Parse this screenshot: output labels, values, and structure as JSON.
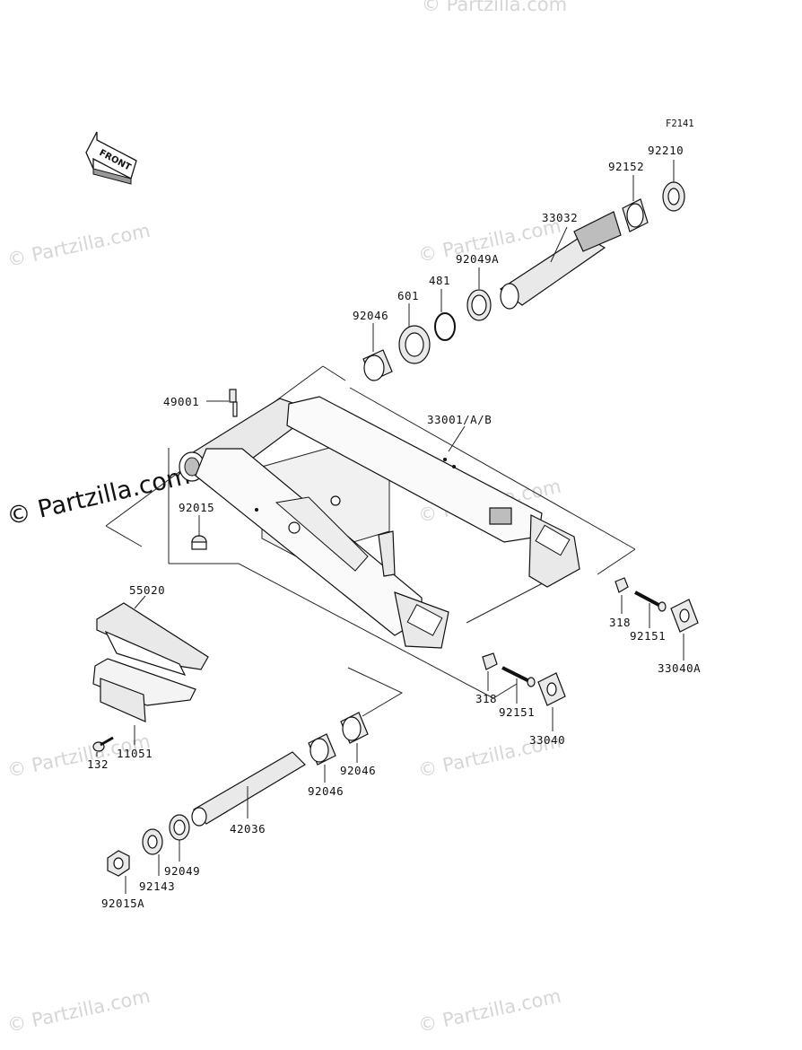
{
  "figure_code": "F2141",
  "front_label": "FRONT",
  "watermark": "© Partzilla.com",
  "watermark_main": "© Partzilla.com",
  "parts": {
    "p92210": "92210",
    "p92152": "92152",
    "p33032": "33032",
    "p92049A": "92049A",
    "p481": "481",
    "p601": "601",
    "p92046_top": "92046",
    "p49001": "49001",
    "p33001": "33001/A/B",
    "p92015": "92015",
    "p55020": "55020",
    "p318_right": "318",
    "p92151_right": "92151",
    "p33040A": "33040A",
    "p318_mid": "318",
    "p92151_mid": "92151",
    "p33040": "33040",
    "p92046_bot_right": "92046",
    "p92046_bot_left": "92046",
    "p132": "132",
    "p11051": "11051",
    "p42036": "42036",
    "p92049": "92049",
    "p92143": "92143",
    "p92015A": "92015A"
  }
}
